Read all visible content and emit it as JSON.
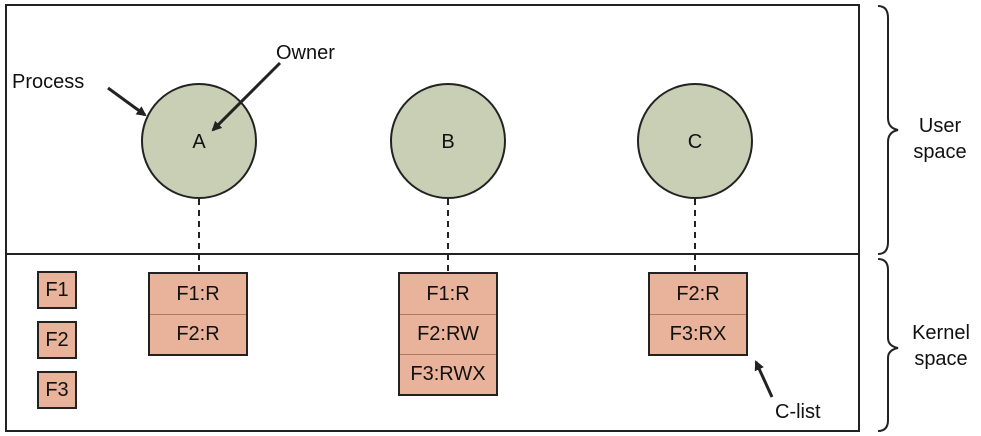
{
  "labels": {
    "process": "Process",
    "owner": "Owner",
    "c_list": "C-list",
    "user_space": [
      "User",
      "space"
    ],
    "kernel_space": [
      "Kernel",
      "space"
    ]
  },
  "processes": [
    {
      "name": "A",
      "capabilities": [
        "F1:R",
        "F2:R"
      ]
    },
    {
      "name": "B",
      "capabilities": [
        "F1:R",
        "F2:RW",
        "F3:RWX"
      ]
    },
    {
      "name": "C",
      "capabilities": [
        "F2:R",
        "F3:RX"
      ]
    }
  ],
  "files": [
    "F1",
    "F2",
    "F3"
  ],
  "colors": {
    "process_fill": "#c8cfb4",
    "box_fill": "#e8b39a",
    "stroke": "#222222"
  }
}
